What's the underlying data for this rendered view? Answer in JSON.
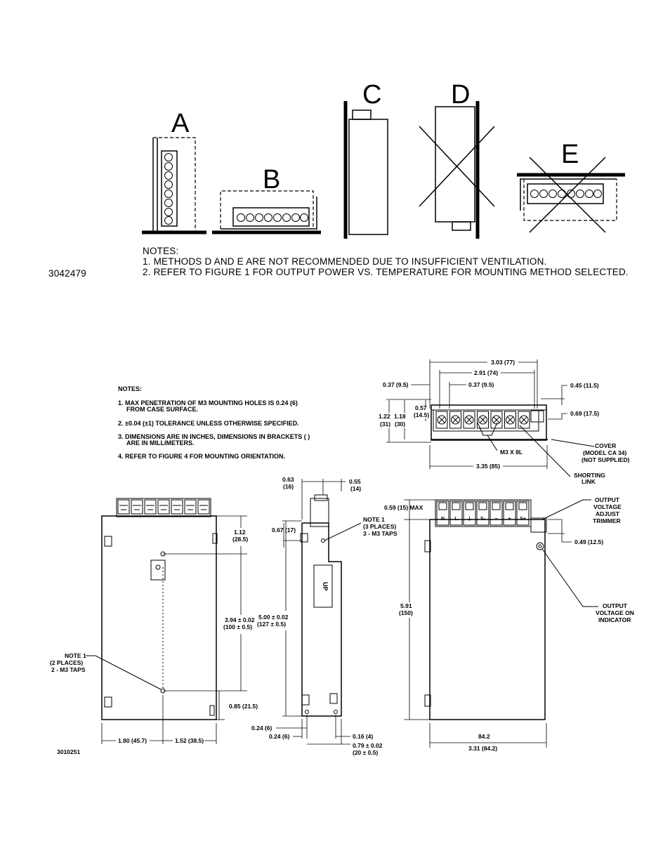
{
  "mounting_figure": {
    "methods": [
      "A",
      "B",
      "C",
      "D",
      "E"
    ],
    "notes_heading": "NOTES:",
    "notes": [
      "1. METHODS D AND E ARE NOT RECOMMENDED DUE TO INSUFFICIENT VENTILATION.",
      "2. REFER TO FIGURE 1 FOR OUTPUT POWER VS. TEMPERATURE FOR MOUNTING METHOD SELECTED."
    ],
    "figure_id": "3042479"
  },
  "dimension_figure": {
    "notes_heading": "NOTES:",
    "notes": [
      "1. MAX PENETRATION OF M3 MOUNTING HOLES IS 0.24 (6)",
      "FROM CASE SURFACE.",
      "2. ±0.04 (±1) TOLERANCE UNLESS OTHERWISE SPECIFIED.",
      "3. DIMENSIONS ARE IN INCHES, DIMENSIONS IN BRACKETS ( )",
      "ARE IN MILLIMETERS.",
      "4. REFER TO FIGURE 4 FOR MOUNTING ORIENTATION."
    ],
    "figure_id": "3010251",
    "top_view": {
      "d_303": "3.03 (77)",
      "d_291": "2.91 (74)",
      "d_037a": "0.37 (9.5)",
      "d_037b": "0.37 (9.5)",
      "d_045": "0.45 (11.5)",
      "d_069": "0.69 (17.5)",
      "d_122": "1.22",
      "d_122mm": "(31)",
      "d_118": "1.18",
      "d_118mm": "(30)",
      "d_057": "0.57",
      "d_057mm": "(14.5)",
      "screw": "M3 X 8L",
      "d_335": "3.35 (85)",
      "cover_1": "COVER",
      "cover_2": "(MODEL CA 34)",
      "cover_3": "(NOT SUPPLIED)",
      "link_1": "SHORTING",
      "link_2": "LINK"
    },
    "left_view": {
      "d_112": "1.12",
      "d_112mm": "(28.5)",
      "d_394": "3.94 ± 0.02",
      "d_394mm": "(100 ± 0.5)",
      "d_085": "0.85 (21.5)",
      "d_180": "1.80 (45.7)",
      "d_152": "1.52 (38.5)",
      "note_1": "NOTE 1",
      "note_2": "(2 PLACES)",
      "note_3": "2 - M3 TAPS"
    },
    "side_view": {
      "d_063": "0.63",
      "d_063mm": "(16)",
      "d_055": "0.55",
      "d_055mm": "(14)",
      "d_067": "0.67 (17)",
      "note_1": "NOTE 1",
      "note_2": "(3 PLACES)",
      "note_3": "3 - M3 TAPS",
      "up": "UP",
      "d_500": "5.00 ± 0.02",
      "d_500mm": "(127 ± 0.5)",
      "d_024a": "0.24 (6)",
      "d_024b": "0.24 (6)",
      "d_016": "0.16 (4)",
      "d_079": "0.79 ± 0.02",
      "d_079mm": "(20 ± 0.5)"
    },
    "front_view": {
      "d_059": "0.59 (15) MAX",
      "trim_1": "OUTPUT",
      "trim_2": "VOLTAGE",
      "trim_3": "ADJUST",
      "trim_4": "TRIMMER",
      "d_049": "0.49 (12.5)",
      "d_591": "5.91",
      "d_591mm": "(150)",
      "ind_1": "OUTPUT",
      "ind_2": "VOLTAGE ON",
      "ind_3": "INDICATOR",
      "d_842": "84.2",
      "d_331": "3.31 (84.2)",
      "terminals": [
        "N",
        "L",
        "⏚",
        "S-",
        "−",
        "+",
        "S+"
      ]
    }
  }
}
